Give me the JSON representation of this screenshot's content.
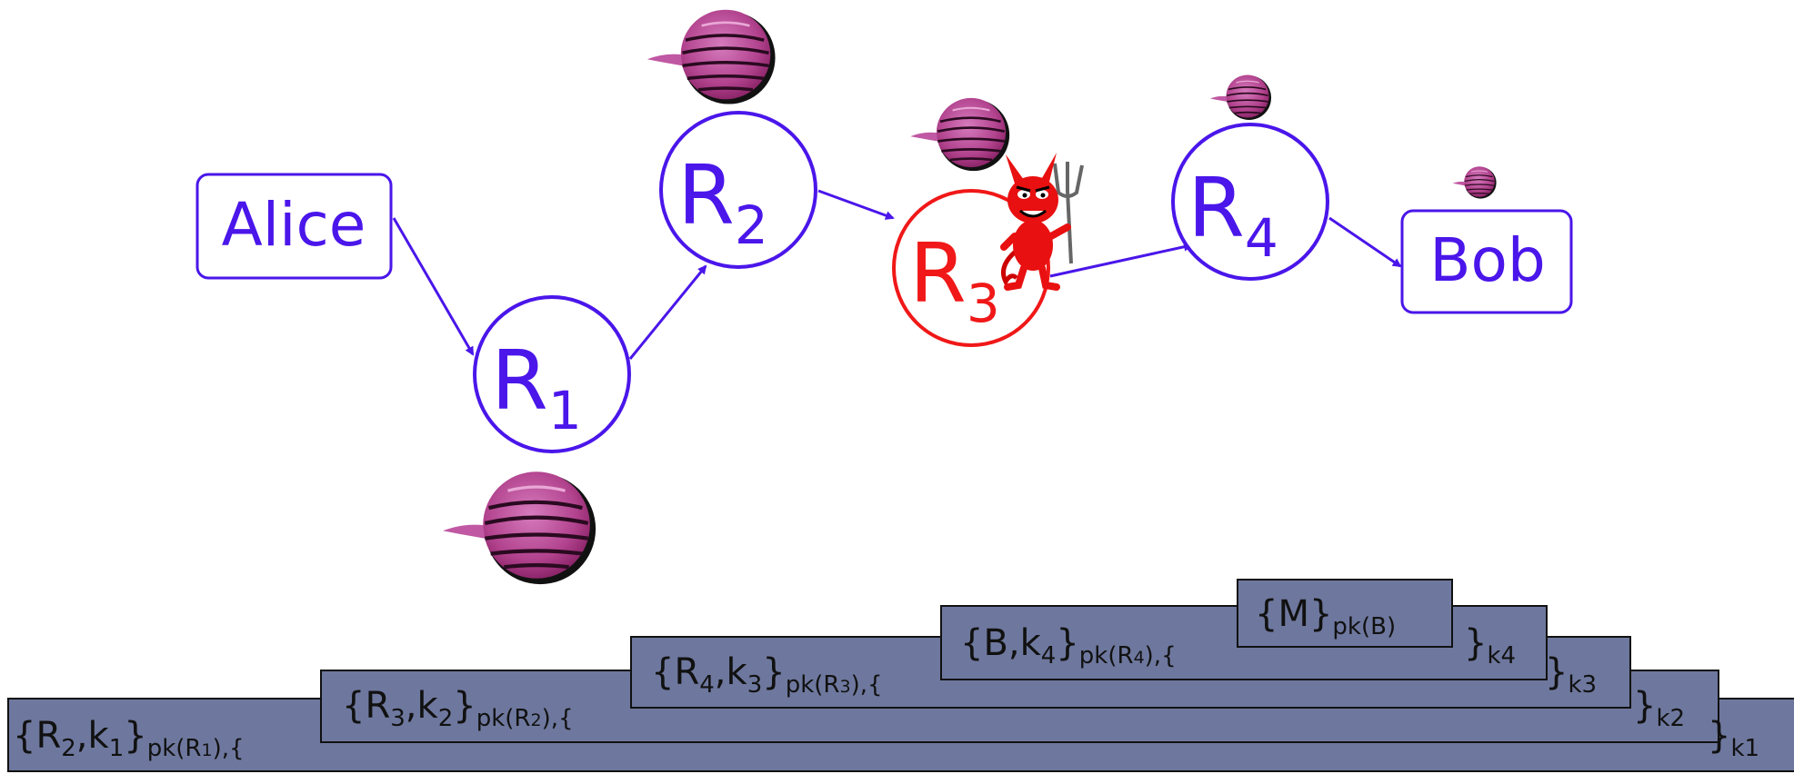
{
  "colors": {
    "node": "#4a16ea",
    "compromised": "#f01818",
    "layer_fill": "#6e789e",
    "layer_border": "#111111",
    "onion_main": "#b2438e",
    "onion_dark": "#6a1348"
  },
  "nodes": {
    "alice": "Alice",
    "bob": "Bob",
    "r1": {
      "base": "R",
      "sub": "1"
    },
    "r2": {
      "base": "R",
      "sub": "2"
    },
    "r3": {
      "base": "R",
      "sub": "3"
    },
    "r4": {
      "base": "R",
      "sub": "4"
    }
  },
  "icons": [
    "onion-icon",
    "devil-icon"
  ],
  "layers": {
    "l1": {
      "lead": "{R",
      "s1": "2",
      "mid": ",k",
      "s2": "1",
      "close": "}",
      "key": "pk(R",
      "ksub": "1",
      "kend": "),{",
      "tail": "}",
      "tailsub": "k1"
    },
    "l2": {
      "lead": "{R",
      "s1": "3",
      "mid": ",k",
      "s2": "2",
      "close": "}",
      "key": "pk(R",
      "ksub": "2",
      "kend": "),{",
      "tail": "}",
      "tailsub": "k2"
    },
    "l3": {
      "lead": "{R",
      "s1": "4",
      "mid": ",k",
      "s2": "3",
      "close": "}",
      "key": "pk(R",
      "ksub": "3",
      "kend": "),{",
      "tail": "}",
      "tailsub": "k3"
    },
    "l4": {
      "lead": "{B,k",
      "s2": "4",
      "close": "}",
      "key": "pk(R",
      "ksub": "4",
      "kend": "),{",
      "tail": "}",
      "tailsub": "k4"
    },
    "l5": {
      "lead": "{M}",
      "key": "pk(B)"
    }
  }
}
